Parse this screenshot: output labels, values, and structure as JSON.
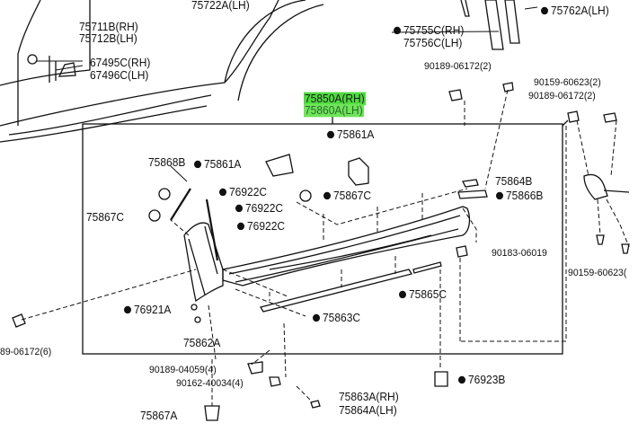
{
  "labels": {
    "p75711": "75711B(RH)",
    "p75712": "75712B(LH)",
    "p75722": "75722A(LH)",
    "p75762top": "75762A(LH)",
    "p75755": "75755C(RH)",
    "p75756": "75756C(LH)",
    "p67495": "67495C(RH)",
    "p67496": "67496C(LH)",
    "p90189a": "90189-06172(2)",
    "p90159a": "90159-60623(2)",
    "p90189b": "90189-06172(2)",
    "p75850": "75850A(RH)",
    "p75860": "75860A(LH)",
    "p75861a_top": "75861A",
    "p75868": "75868B",
    "p75861a": "75861A",
    "p75864b": "75864B",
    "p75866b": "75866B",
    "p76922a": "76922C",
    "p76922b": "76922C",
    "p76922c": "76922C",
    "p75867c1": "75867C",
    "p75867c2": "75867C",
    "p90183": "90183-06019",
    "p90159b": "90159-60623(",
    "p76921": "76921A",
    "p75865": "75865C",
    "p75863c": "75863C",
    "p90189c": "89-06172(6)",
    "p75862": "75862A",
    "p90189d": "90189-04059(4)",
    "p90162": "90162-40034(4)",
    "p76923": "76923B",
    "p75863a": "75863A(RH)",
    "p75864a": "75864A(LH)",
    "p75867a": "75867A"
  },
  "colors": {
    "highlight": "#4ddc3e",
    "ink": "#111111"
  }
}
